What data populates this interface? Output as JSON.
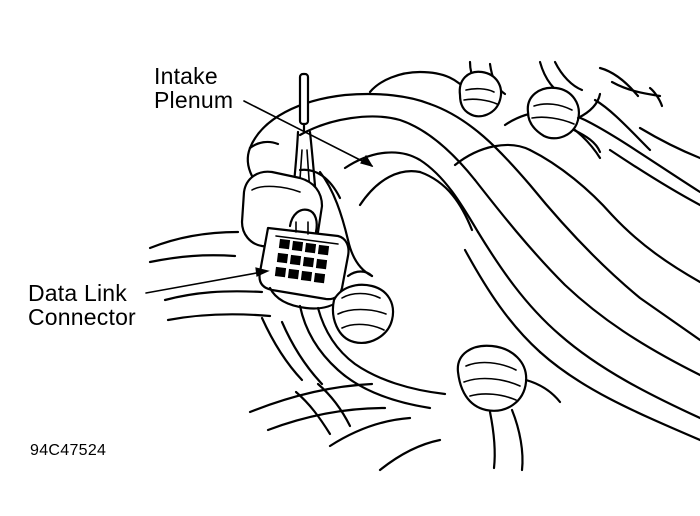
{
  "callouts": {
    "intake_plenum": {
      "line1": "Intake",
      "line2": "Plenum"
    },
    "data_link_connector": {
      "line1": "Data Link",
      "line2": "Connector"
    }
  },
  "figure_id": "94C47524",
  "colors": {
    "ink": "#000000",
    "paper": "#ffffff"
  }
}
